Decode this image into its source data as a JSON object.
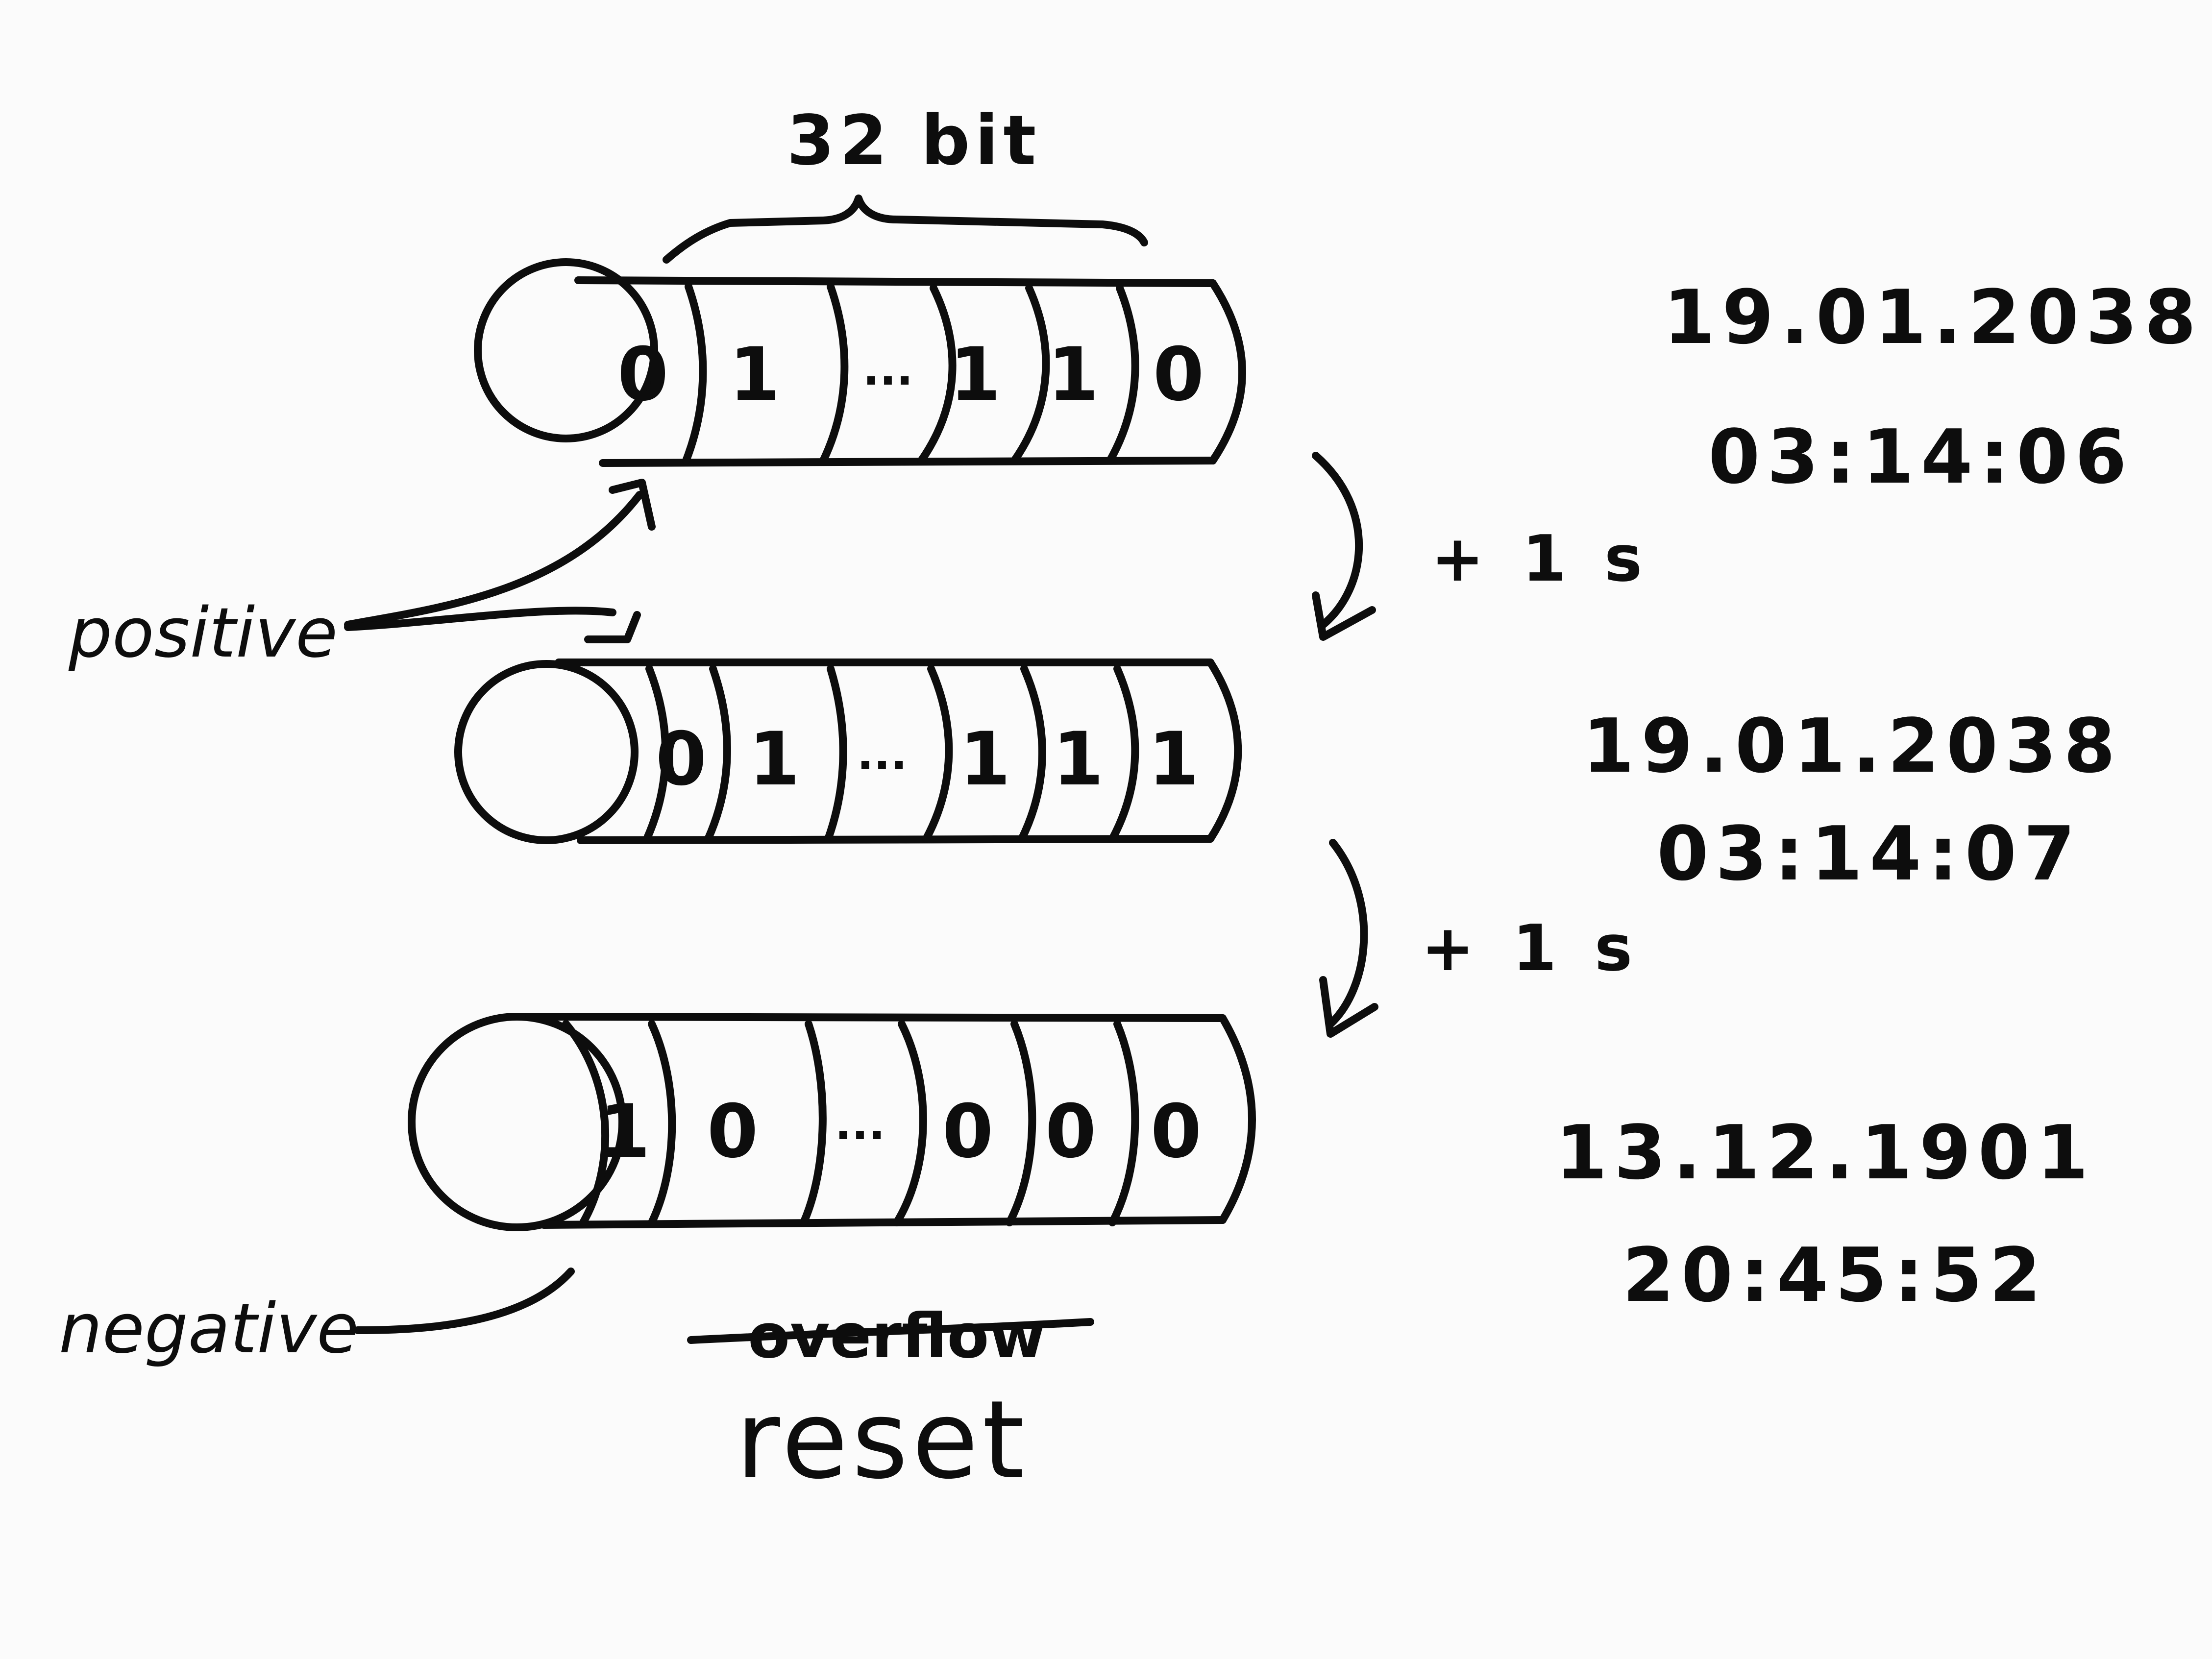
{
  "diagram": {
    "bit_width_label": "32 bit",
    "registers": [
      {
        "id": "top",
        "bits": [
          "0",
          "1",
          "...",
          "1",
          "1",
          "0"
        ],
        "date": "19.01.2038",
        "time": "03:14:06"
      },
      {
        "id": "middle",
        "bits": [
          "0",
          "1",
          "...",
          "1",
          "1",
          "1"
        ],
        "date": "19.01.2038",
        "time": "03:14:07"
      },
      {
        "id": "bottom",
        "bits": [
          "1",
          "0",
          "...",
          "0",
          "0",
          "0"
        ],
        "date": "13.12.1901",
        "time": "20:45:52"
      }
    ],
    "steps": [
      "+ 1 s",
      "+ 1 s"
    ],
    "positive_label": "positive",
    "negative_label": "negative",
    "struck_label": "overflow",
    "result_label": "reset"
  }
}
